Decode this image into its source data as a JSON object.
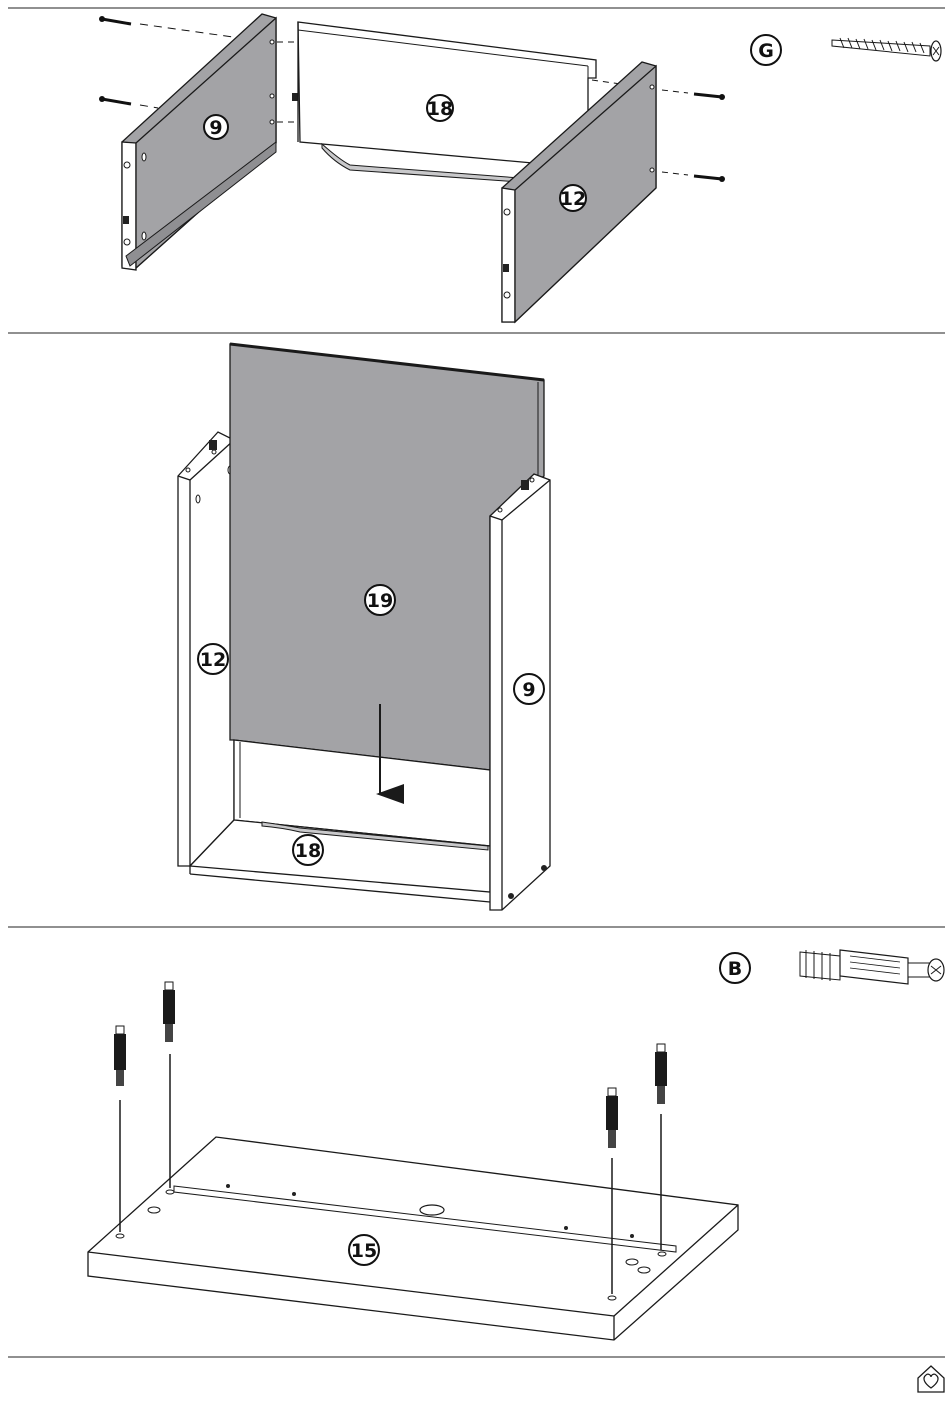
{
  "step1": {
    "parts": {
      "left_panel": "9",
      "back_rail": "18",
      "right_panel": "12"
    },
    "hardware": {
      "letter": "G",
      "icon": "screw-icon"
    }
  },
  "step2": {
    "parts": {
      "back_panel": "19",
      "left_side": "12",
      "right_side": "9",
      "bottom_rail": "18"
    }
  },
  "step3": {
    "parts": {
      "base_board": "15"
    },
    "hardware": {
      "letter": "B",
      "icon": "cam-bolt-icon"
    }
  },
  "footer": {
    "icon": "house-heart-icon"
  },
  "colors": {
    "panel_gray": "#a3a3a6",
    "line": "#1a1a1a",
    "white": "#ffffff"
  }
}
